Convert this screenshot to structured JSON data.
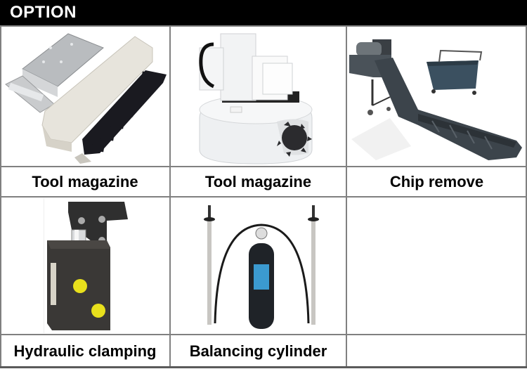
{
  "header": {
    "title": "OPTION"
  },
  "colors": {
    "header_bg": "#000000",
    "header_text": "#ffffff",
    "grid_line": "#808080",
    "cell_bg": "#ffffff"
  },
  "options": [
    {
      "label": "Tool magazine",
      "image": "arm-type-tool-magazine"
    },
    {
      "label": "Tool magazine",
      "image": "disc-type-tool-magazine"
    },
    {
      "label": "Chip remove",
      "image": "chip-conveyor-and-cart"
    },
    {
      "label": "Hydraulic clamping",
      "image": "hydraulic-swing-clamp"
    },
    {
      "label": "Balancing cylinder",
      "image": "balancing-cylinder-with-accumulator"
    },
    {
      "label": "",
      "image": ""
    }
  ]
}
